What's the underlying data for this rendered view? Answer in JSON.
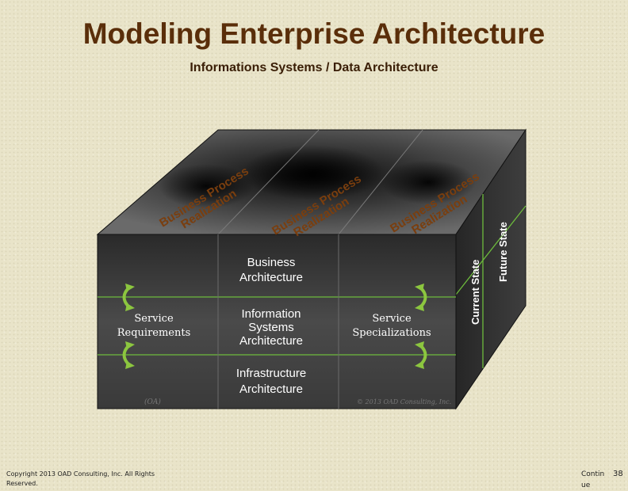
{
  "title": "Modeling Enterprise Architecture",
  "subtitle": "Informations Systems / Data Architecture",
  "top_face": {
    "labels": [
      {
        "line1": "Business Process",
        "line2": "Realization"
      },
      {
        "line1": "Business Process",
        "line2": "Realization"
      },
      {
        "line1": "Business Process",
        "line2": "Realization"
      }
    ]
  },
  "side_face": {
    "current": "Current State",
    "future": "Future State"
  },
  "front_face": {
    "business": [
      "Business",
      "Architecture"
    ],
    "service_requirements": [
      "Service",
      "Requirements"
    ],
    "information_systems": [
      "Information",
      "Systems",
      "Architecture"
    ],
    "service_specializations": [
      "Service",
      "Specializations"
    ],
    "infrastructure": [
      "Infrastructure",
      "Architecture"
    ],
    "watermark_left": "(OA)",
    "watermark_right": "© 2013 OAD Consulting, Inc."
  },
  "footer": {
    "copyright": "Copyright 2013 OAD Consulting, Inc. All Rights Reserved.",
    "continue": "Continue",
    "page": "38"
  },
  "colors": {
    "title": "#5a2e0a",
    "label_brown": "#7a3e0e",
    "arrow_green": "#8cc63f",
    "grid_green": "#6dbb3c"
  }
}
